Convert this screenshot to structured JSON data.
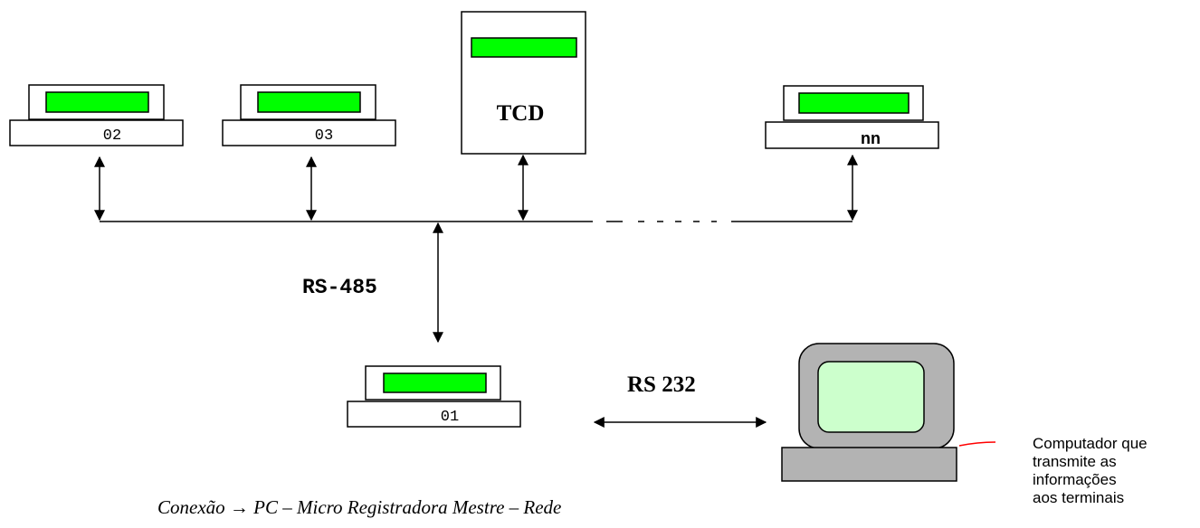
{
  "diagram": {
    "terminals": {
      "t02": {
        "label": "02"
      },
      "t03": {
        "label": "03"
      },
      "tnn": {
        "label": "nn"
      },
      "t01": {
        "label": "01"
      }
    },
    "tcd": {
      "label": "TCD"
    },
    "links": {
      "rs485": "RS-485",
      "rs232": "RS 232"
    },
    "computer_note": [
      "Computador  que",
      "transmite as",
      "informações",
      "aos terminais"
    ],
    "caption": {
      "prefix": "Conexão ",
      "arrow": "→",
      "rest": " PC – Micro Registradora Mestre – Rede"
    },
    "colors": {
      "display_green": "#00ff00",
      "monitor_frame": "#b3b3b3",
      "monitor_screen": "#ccffcc",
      "computer_base": "#b3b3b3",
      "note_line": "#ff0000"
    }
  }
}
